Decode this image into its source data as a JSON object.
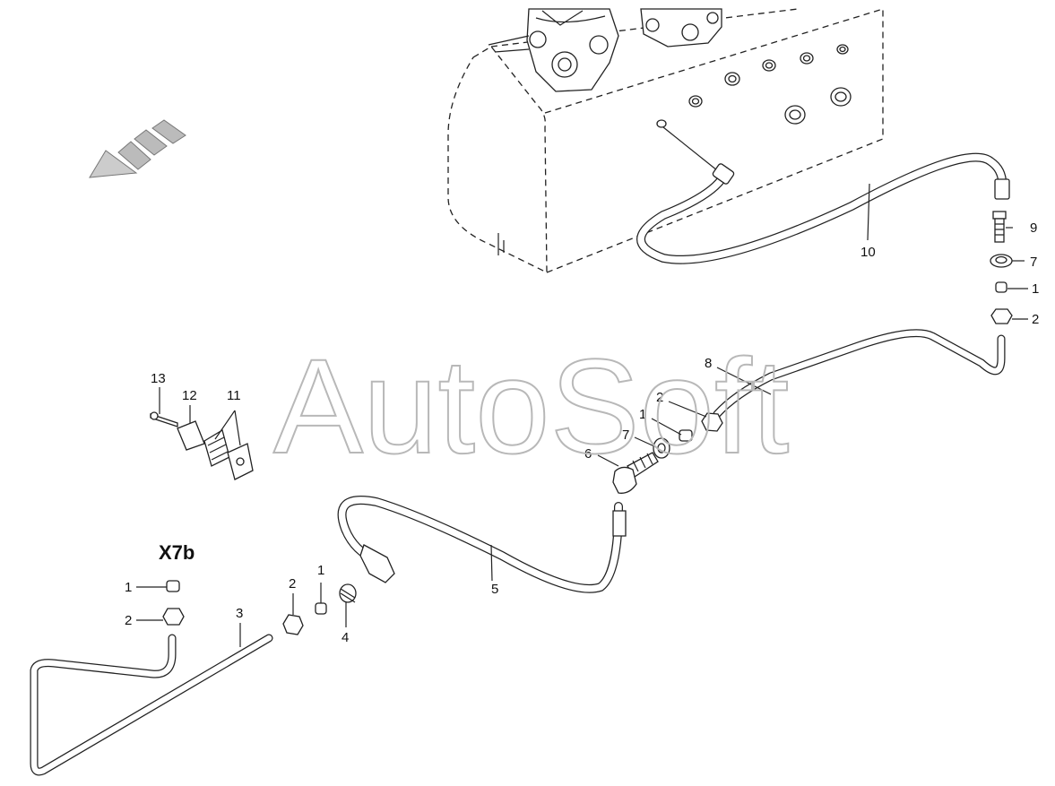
{
  "diagram": {
    "watermark": "AutoSoft",
    "connector_label": "X7b",
    "callouts": {
      "tank_side_nut": "2",
      "tank_side_sleeve": "1",
      "tank_side_washer": "7",
      "tank_side_union": "9",
      "upper_hose": "10",
      "mid_nut": "2",
      "mid_sleeve": "1",
      "mid_washer": "7",
      "pipe_8": "8",
      "elbow": "6",
      "lower_hose": "5",
      "adapter": "4",
      "low_sleeve": "1",
      "low_nut": "2",
      "pipe_3": "3",
      "x7b_sleeve": "1",
      "x7b_nut": "2",
      "screw": "13",
      "plate": "12",
      "clamp": "11"
    }
  }
}
